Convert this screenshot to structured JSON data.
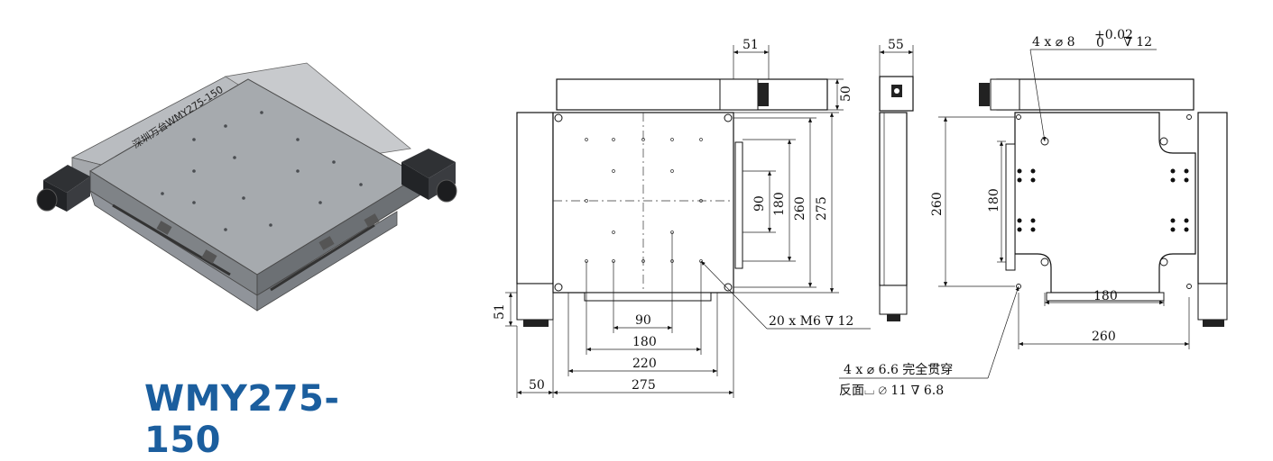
{
  "model_name": "WMY275-150",
  "product_label": "深圳万台WMY275-150",
  "front_view": {
    "dims": {
      "motor_width": "51",
      "motor_height": "50",
      "hole_spacing_90_h": "90",
      "hole_spacing_180_h": "180",
      "hole_spacing_220_h": "220",
      "plate_width": "275",
      "offset_left": "50",
      "motor_side": "51",
      "hole_spacing_90_v": "90",
      "hole_spacing_180_v": "180",
      "hole_spacing_260_v": "260",
      "plate_height": "275"
    },
    "callout": "20 x  M6 ∇ 12"
  },
  "side_view": {
    "dims": {
      "width": "55"
    }
  },
  "bottom_view": {
    "dims": {
      "height_260": "260",
      "height_180": "180",
      "width_180": "180",
      "width_260": "260"
    },
    "callout_top": "4 x  ⌀ 8",
    "callout_top_tol_upper": "+0.02",
    "callout_top_tol_lower": "0",
    "callout_top_depth": "∇ 12",
    "callout_bottom_line1": "4 x  ⌀ 6.6 完全贯穿",
    "callout_bottom_line2": "反面⌴ ⌀ 11 ∇ 6.8"
  }
}
